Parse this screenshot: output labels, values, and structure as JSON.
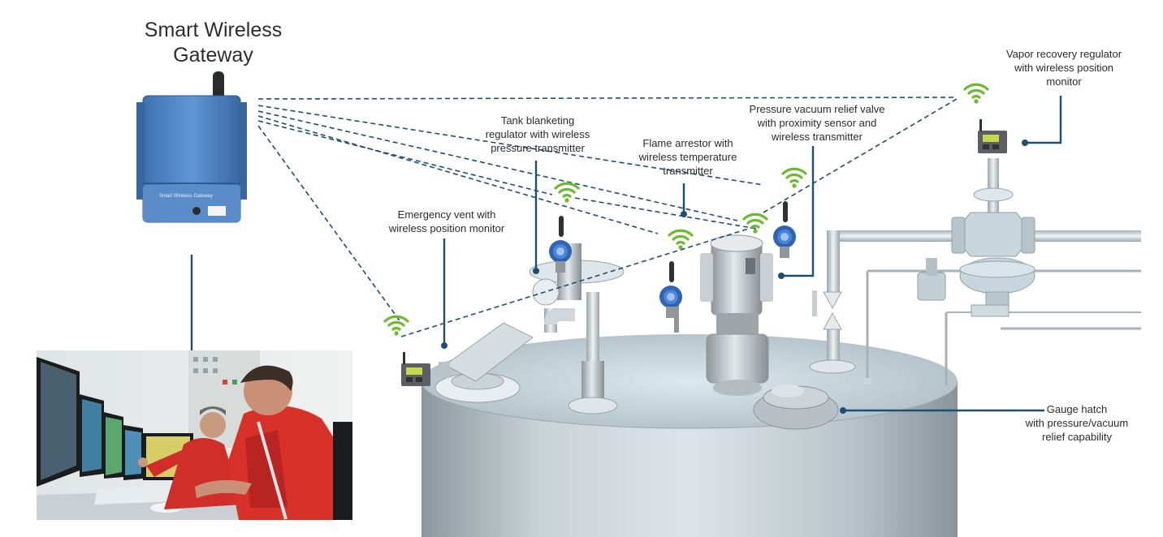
{
  "gateway": {
    "title_line1": "Smart Wireless",
    "title_line2": "Gateway",
    "device_label": "Smart Wireless Gateway"
  },
  "labels": {
    "vapor_recovery": [
      "Vapor recovery regulator",
      "with wireless position",
      "monitor"
    ],
    "tank_blanketing": [
      "Tank blanketing",
      "regulator with wireless",
      "pressure transmitter"
    ],
    "pressure_vacuum": [
      "Pressure vacuum relief valve",
      "with proximity sensor and",
      "wireless transmitter"
    ],
    "flame_arrestor": [
      "Flame arrestor with",
      "wireless temperature",
      "transmitter"
    ],
    "emergency_vent": [
      "Emergency vent with",
      "wireless position monitor"
    ],
    "gauge_hatch": [
      "Gauge hatch",
      "with pressure/vacuum",
      "relief capability"
    ]
  },
  "colors": {
    "link_line": "#1d4e73",
    "wifi_signal": "#6cbb2e",
    "gateway_blue": "#4f82c3",
    "transmitter_blue": "#2f63b3",
    "monitor_gray": "#5b5f63",
    "tank": "#b7c3ca",
    "coverall_red": "#d8312a"
  }
}
